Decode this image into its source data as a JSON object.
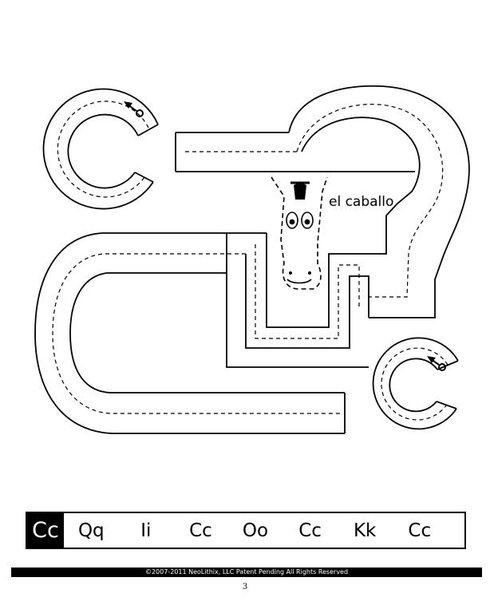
{
  "worksheet": {
    "caption": "el caballo",
    "letter_strip": {
      "lead": "Cc",
      "cells": [
        "Qq",
        "Ii",
        "Cc",
        "Oo",
        "Cc",
        "Kk",
        "Cc"
      ]
    },
    "footer": "©2007-2011 NeoLithix, LLC  Patent Pending  All Rights Reserved",
    "page_number": "3"
  },
  "icons": [
    "start-arrow-icon",
    "horse-face-icon"
  ],
  "colors": {
    "ink": "#000000",
    "paper": "#ffffff"
  }
}
